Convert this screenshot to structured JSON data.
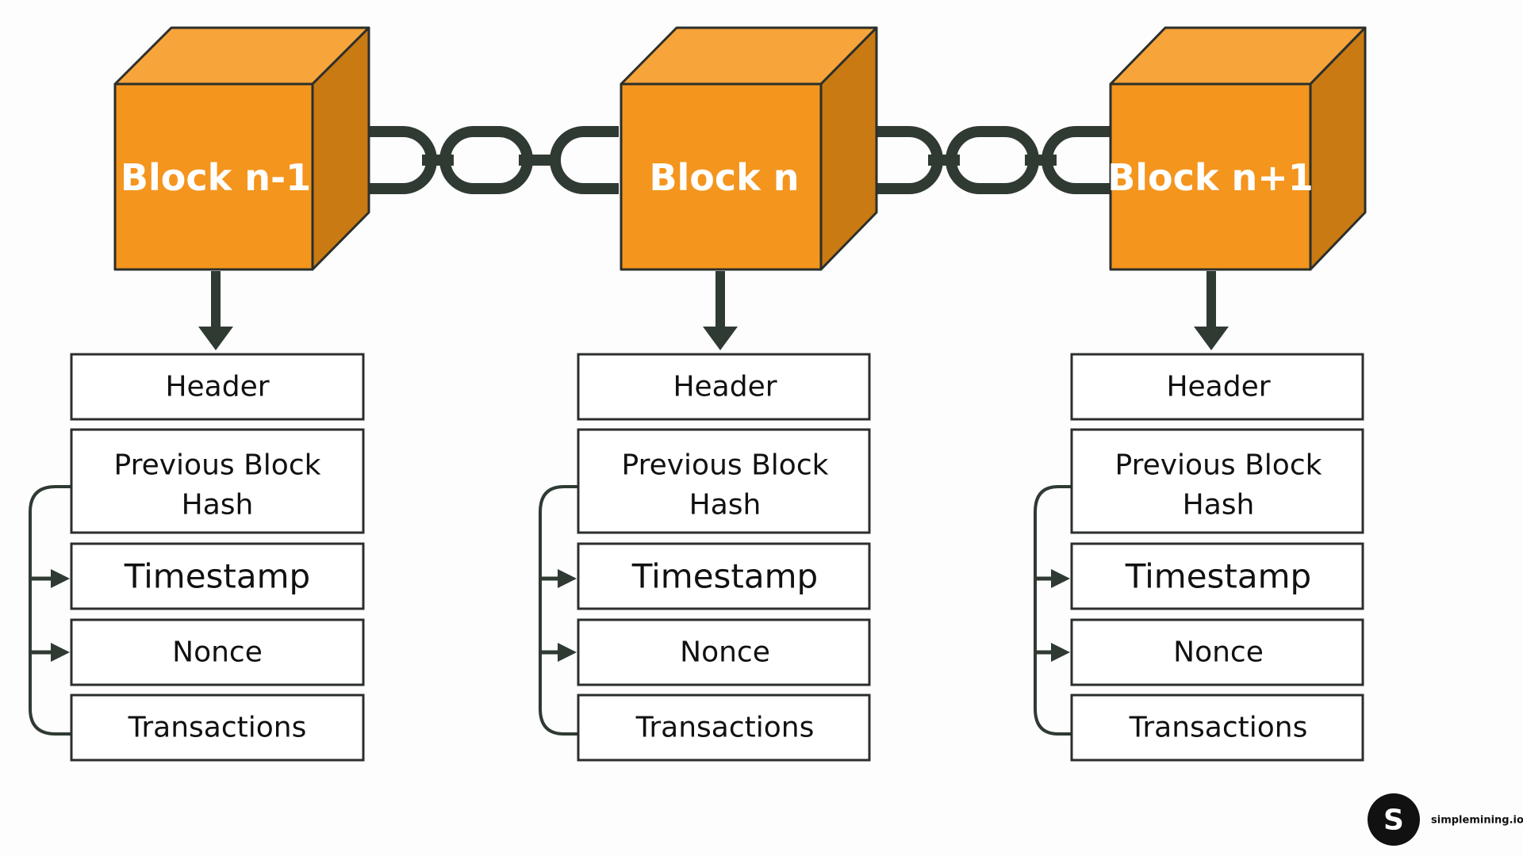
{
  "blocks": [
    {
      "title": "Block n-1",
      "fields": {
        "header": "Header",
        "previous_hash_line1": "Previous Block",
        "previous_hash_line2": "Hash",
        "timestamp": "Timestamp",
        "nonce": "Nonce",
        "transactions": "Transactions"
      }
    },
    {
      "title": "Block n",
      "fields": {
        "header": "Header",
        "previous_hash_line1": "Previous Block",
        "previous_hash_line2": "Hash",
        "timestamp": "Timestamp",
        "nonce": "Nonce",
        "transactions": "Transactions"
      }
    },
    {
      "title": "Block n+1",
      "fields": {
        "header": "Header",
        "previous_hash_line1": "Previous Block",
        "previous_hash_line2": "Hash",
        "timestamp": "Timestamp",
        "nonce": "Nonce",
        "transactions": "Transactions"
      }
    }
  ],
  "branding": {
    "logo_letter": "S",
    "site": "simplemining.io"
  },
  "colors": {
    "cube_front": "#F4951E",
    "cube_top": "#F7A43A",
    "cube_side": "#C97A12",
    "outline": "#2B2F2B",
    "chain": "#2F3A33",
    "arrow": "#2F3A33"
  },
  "icons": {
    "chain_link": "chain-icon",
    "down_arrow": "arrow-down-icon",
    "right_arrow": "arrow-right-icon",
    "logo": "simplemining-logo"
  }
}
